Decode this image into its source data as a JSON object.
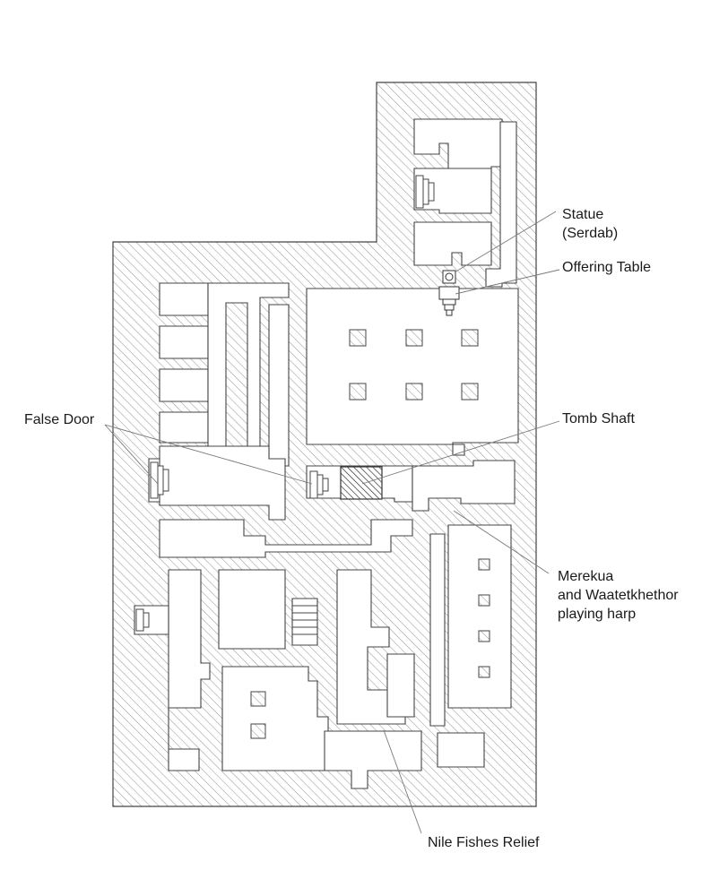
{
  "diagram": {
    "type": "floor-plan",
    "labels": {
      "statue": [
        "Statue",
        "(Serdab)"
      ],
      "offering_table": "Offering Table",
      "false_door": "False Door",
      "tomb_shaft": "Tomb Shaft",
      "merekua": [
        "Merekua",
        "and Waatetkhethor",
        "playing harp"
      ],
      "nile_fishes": "Nile Fishes Relief"
    }
  }
}
